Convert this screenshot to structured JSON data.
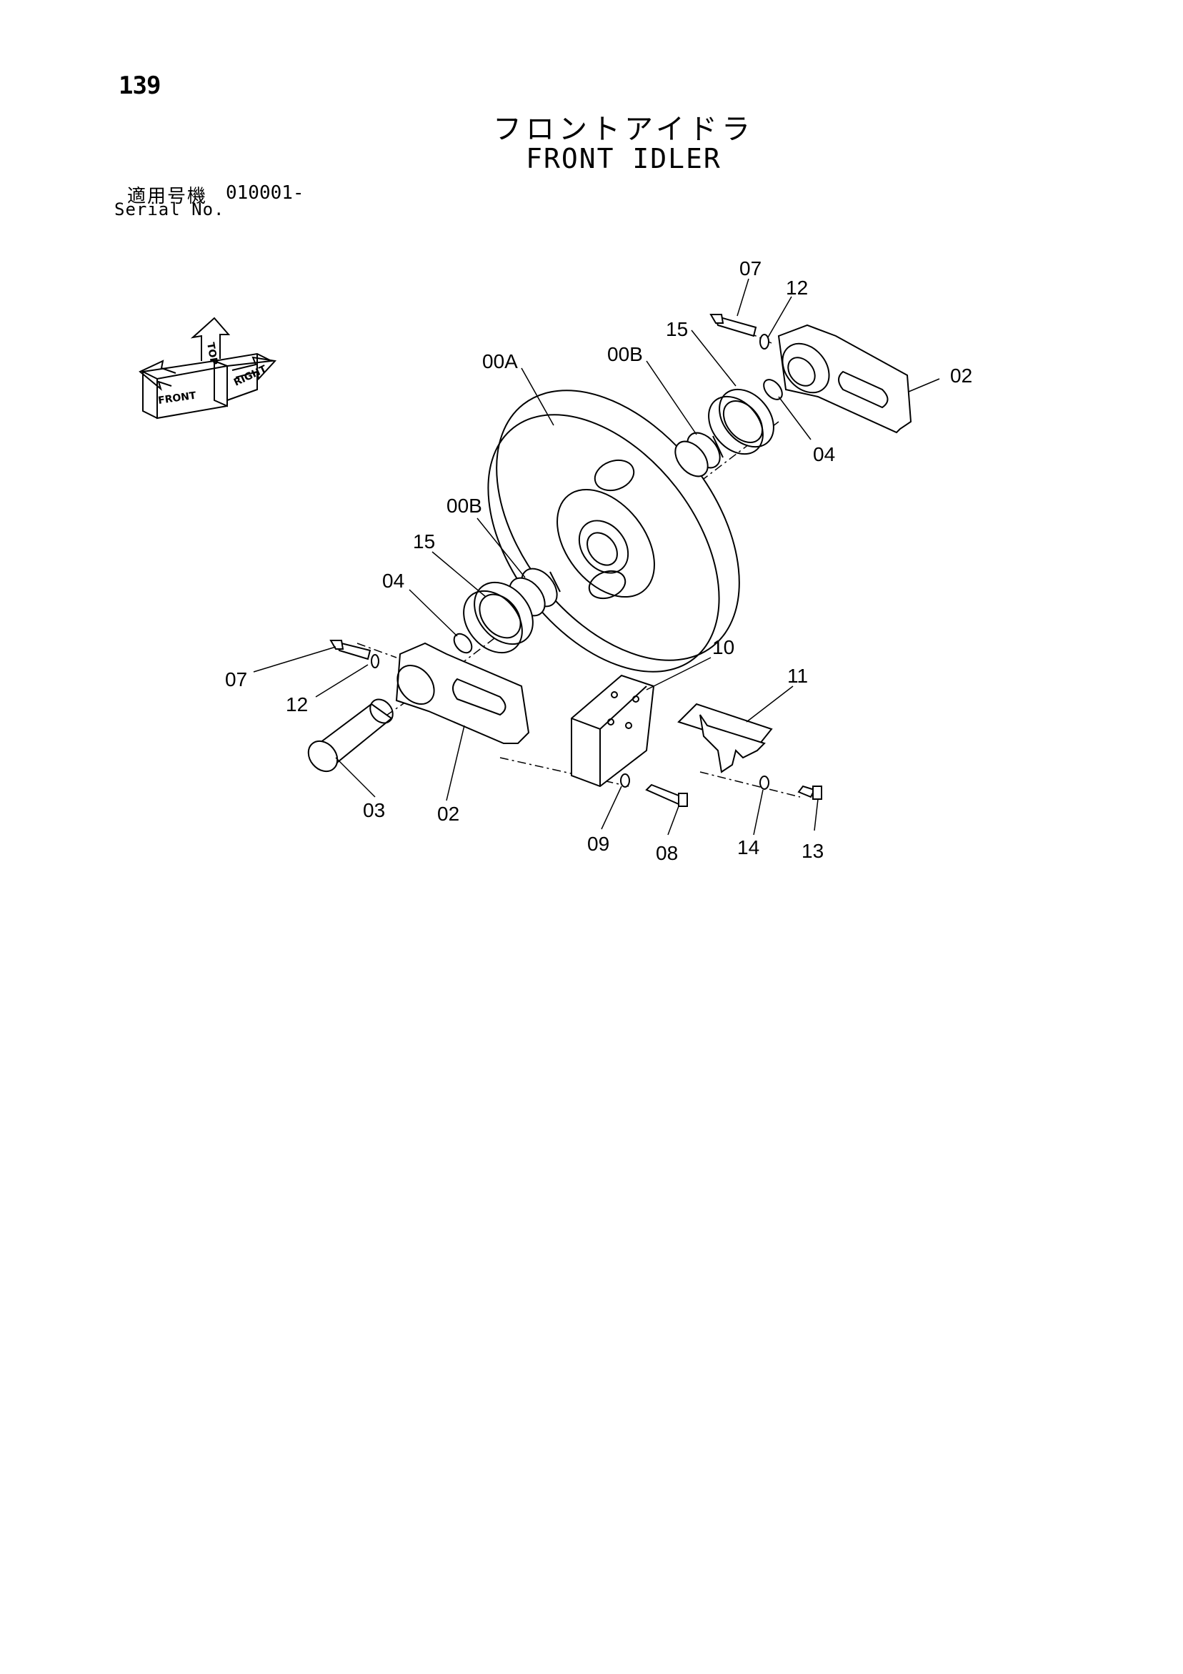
{
  "page_number": "139",
  "title_jp": "フロントアイドラ",
  "title_en": "FRONT IDLER",
  "serial": {
    "label_jp": "適用号機",
    "value": "010001-",
    "label_en": "Serial No."
  },
  "direction_indicator": {
    "front": "FRONT",
    "top": "TOP",
    "right": "RIGHT"
  },
  "callouts": {
    "c07_top": "07",
    "c12_top": "12",
    "c15_top": "15",
    "c00B_top": "00B",
    "c00A": "00A",
    "c02_right": "02",
    "c04_right": "04",
    "c00B_left": "00B",
    "c15_left": "15",
    "c04_left": "04",
    "c07_left": "07",
    "c12_left": "12",
    "c10": "10",
    "c11": "11",
    "c03": "03",
    "c02_left": "02",
    "c09": "09",
    "c08": "08",
    "c14": "14",
    "c13": "13"
  }
}
